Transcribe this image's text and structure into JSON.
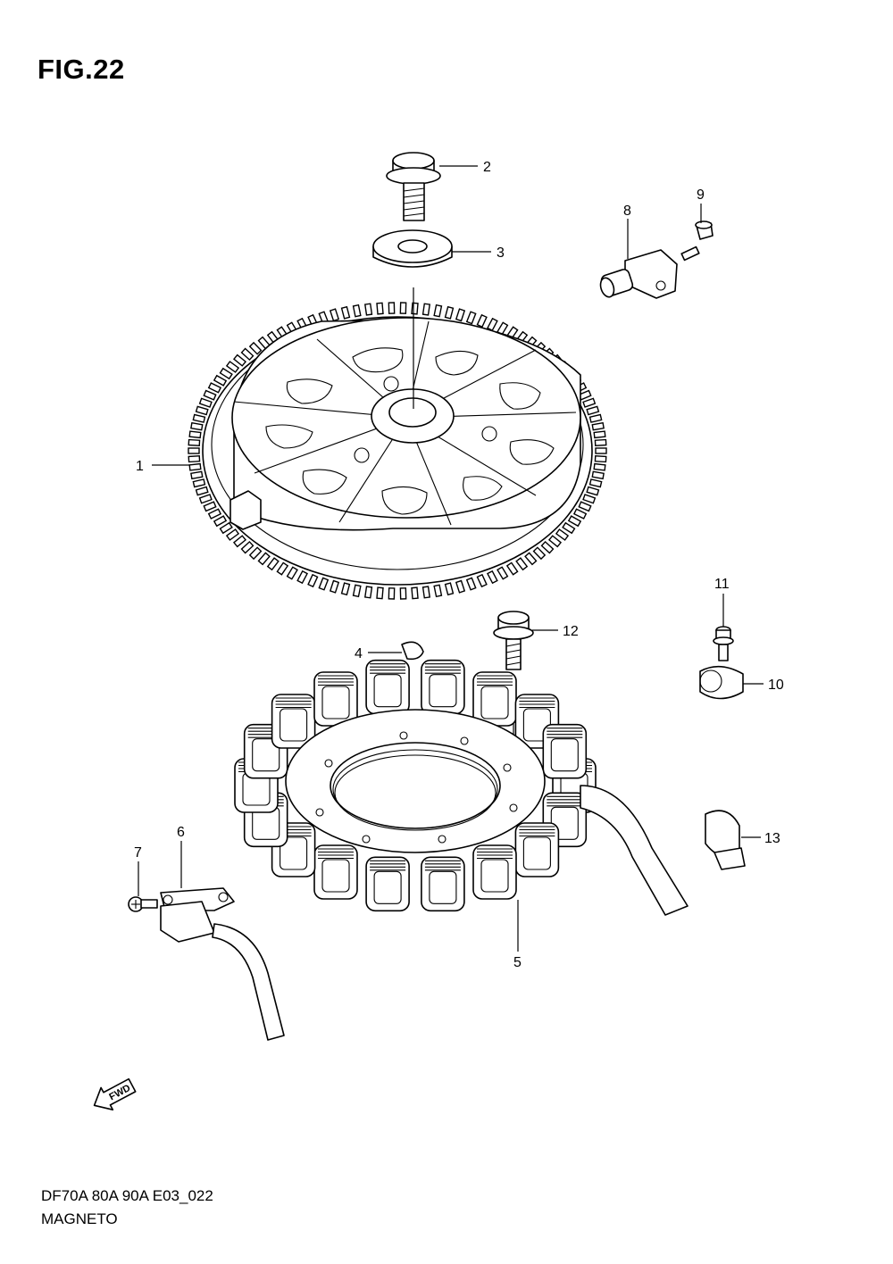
{
  "figure": {
    "title": "FIG.22"
  },
  "footer": {
    "model_code": "DF70A 80A 90A E03_022",
    "section": "MAGNETO"
  },
  "fwd_badge": {
    "text": "FWD"
  },
  "callouts": [
    {
      "number": "1"
    },
    {
      "number": "2"
    },
    {
      "number": "3"
    },
    {
      "number": "4"
    },
    {
      "number": "5"
    },
    {
      "number": "6"
    },
    {
      "number": "7"
    },
    {
      "number": "8"
    },
    {
      "number": "9"
    },
    {
      "number": "10"
    },
    {
      "number": "11"
    },
    {
      "number": "12"
    },
    {
      "number": "13"
    }
  ]
}
